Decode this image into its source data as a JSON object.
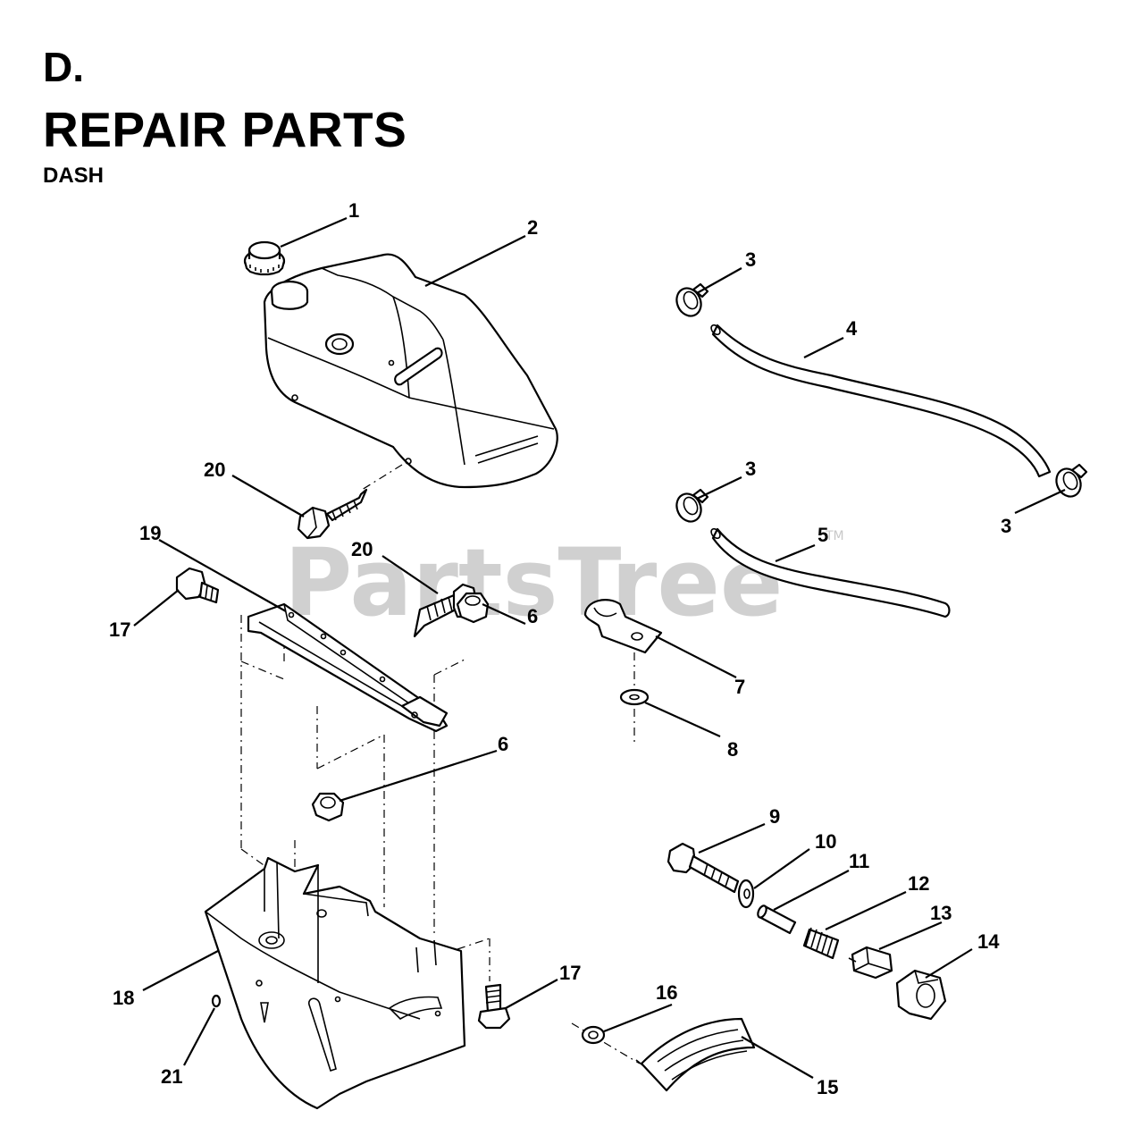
{
  "header": {
    "section_letter": "D.",
    "title": "REPAIR PARTS",
    "subtitle": "DASH"
  },
  "watermark": {
    "text": "PartsTree",
    "trademark": "TM"
  },
  "callouts": {
    "c1": "1",
    "c2": "2",
    "c3a": "3",
    "c3b": "3",
    "c3c": "3",
    "c4": "4",
    "c5": "5",
    "c6a": "6",
    "c6b": "6",
    "c7": "7",
    "c8": "8",
    "c9": "9",
    "c10": "10",
    "c11": "11",
    "c12": "12",
    "c13": "13",
    "c14": "14",
    "c15": "15",
    "c16": "16",
    "c17a": "17",
    "c17b": "17",
    "c18": "18",
    "c19": "19",
    "c20a": "20",
    "c20b": "20",
    "c21": "21"
  }
}
